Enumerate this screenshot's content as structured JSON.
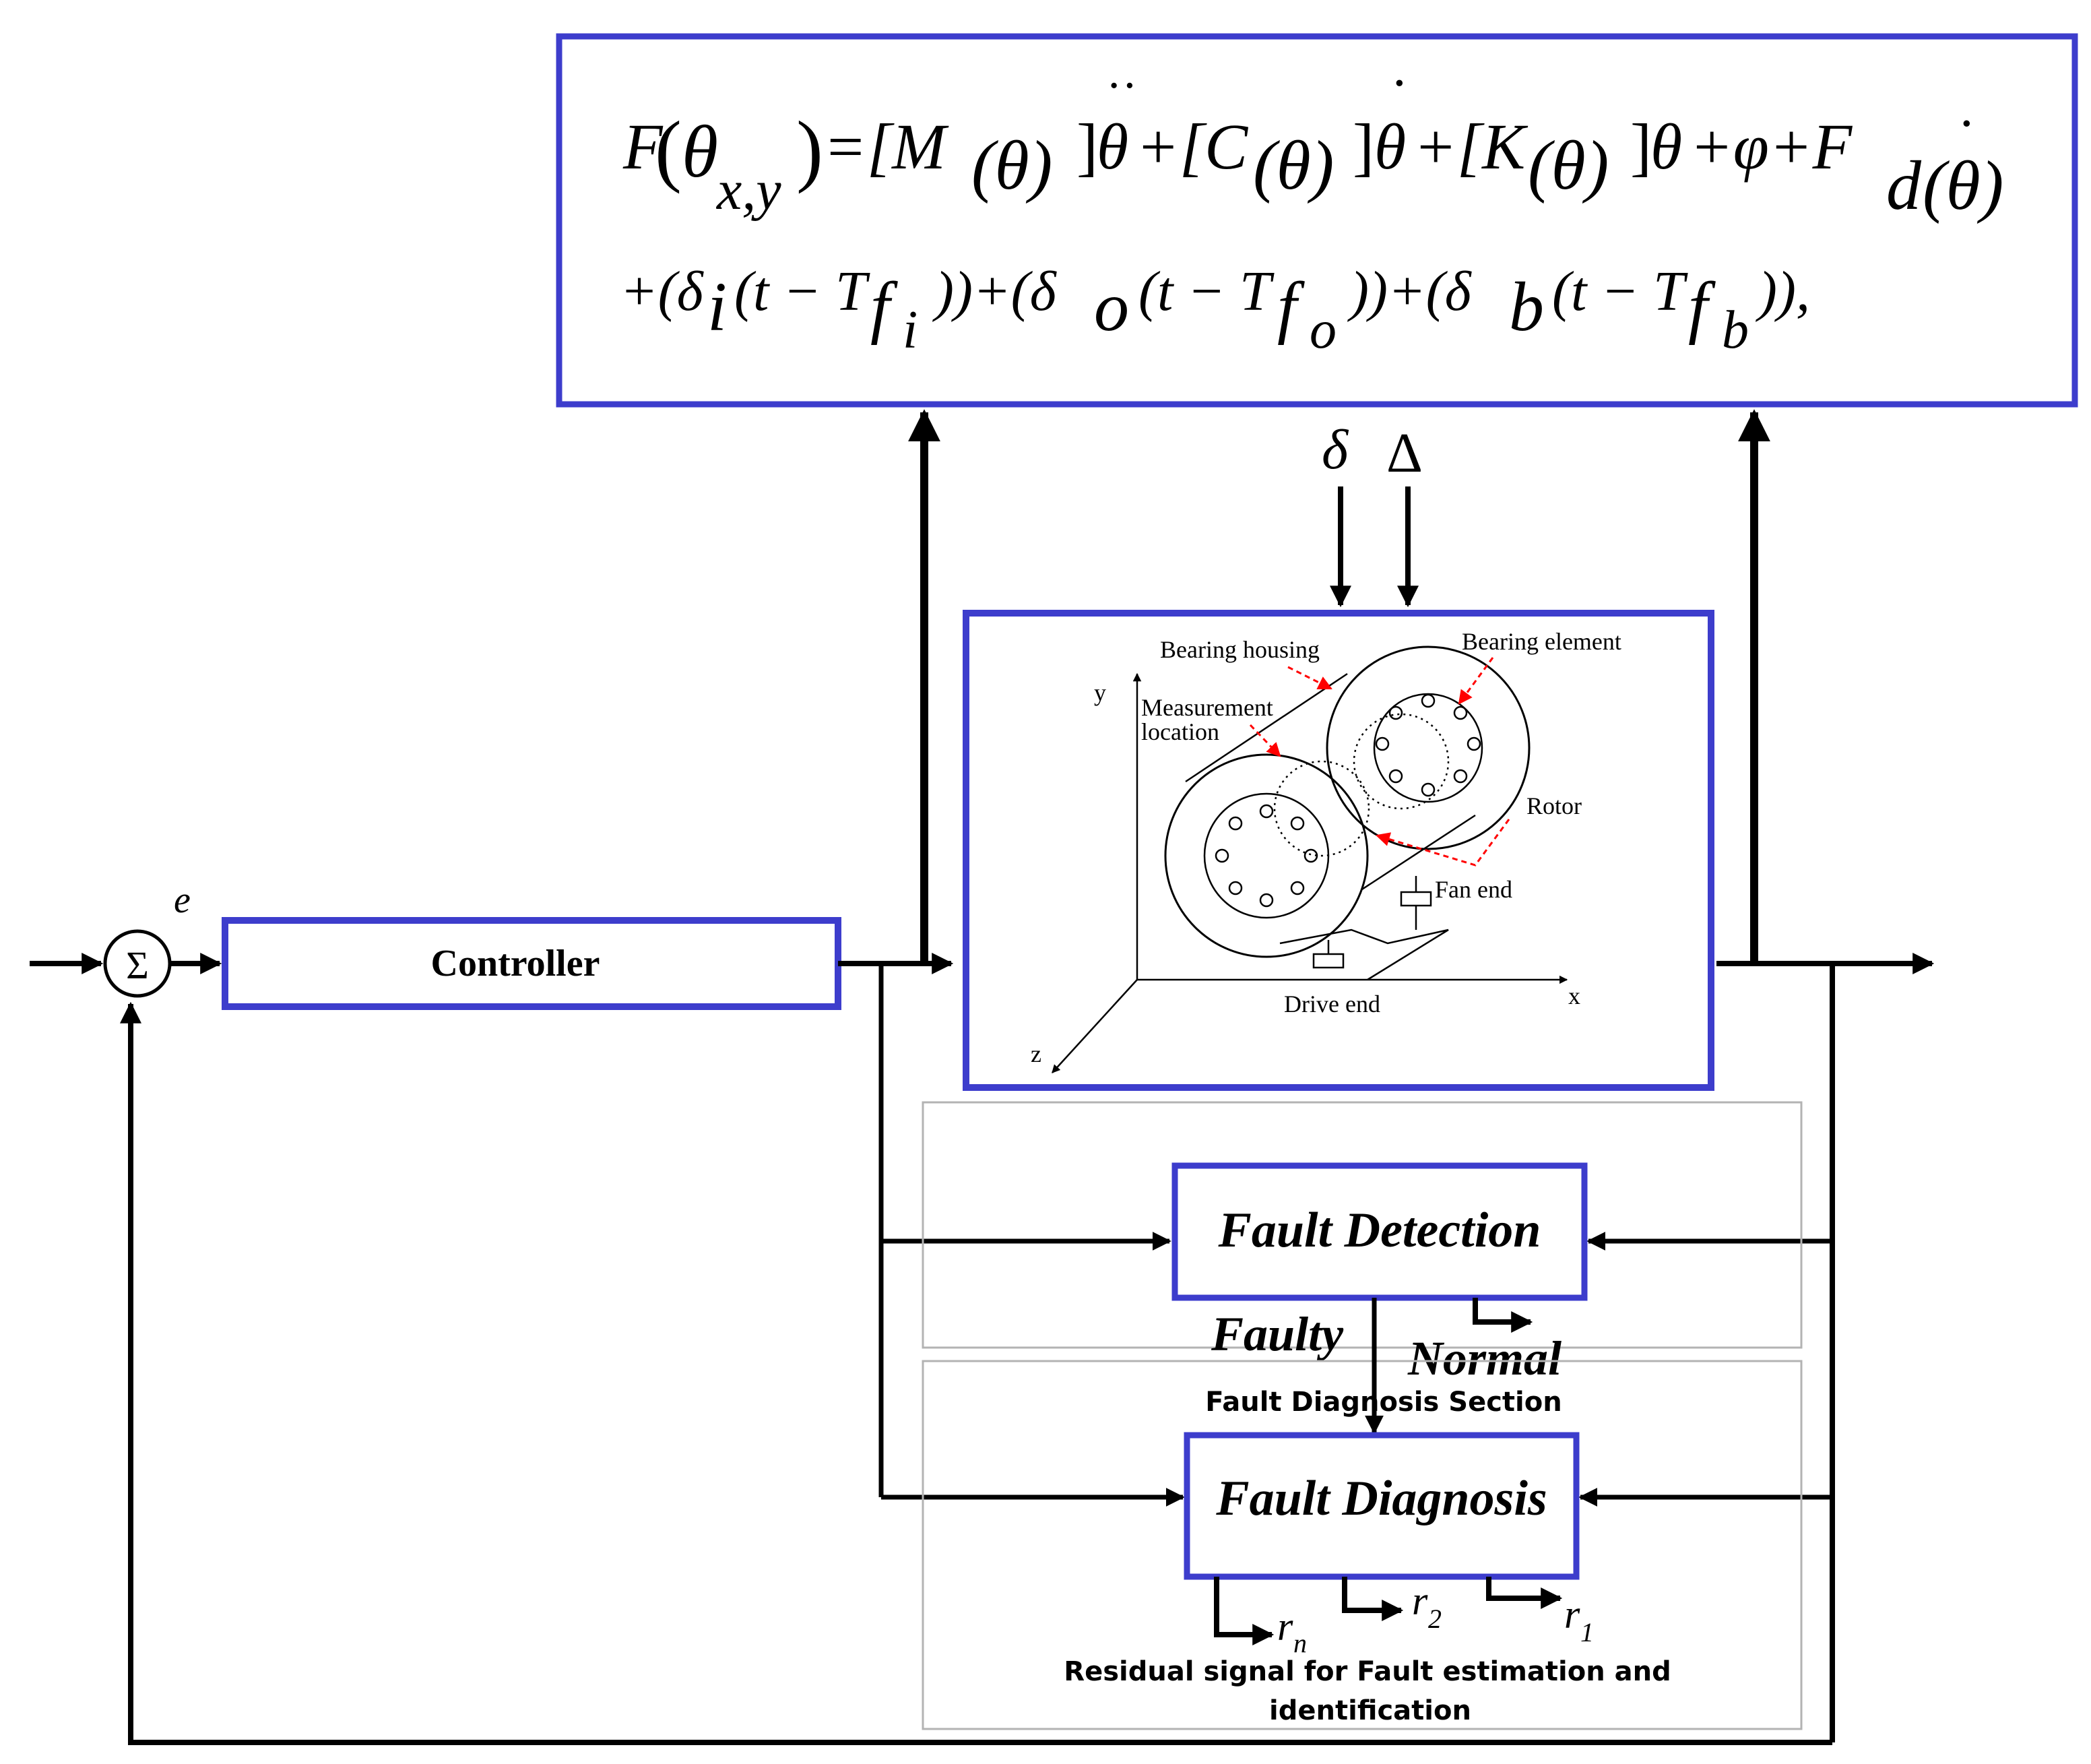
{
  "equation": {
    "line1": {
      "F": "F",
      "theta": "θ",
      "sub_xy": "x,y",
      "open_paren": "(",
      "close_paren": ")",
      "eq_M": "=[M",
      "theta_paren": "(θ)",
      "bracket_close": "]",
      "theta_ddot": "θ",
      "ddot_mark": "··",
      "plus_C": "+[C",
      "theta_dot": "θ",
      "dot_mark": "·",
      "plus_K": "+[K",
      "theta_plain": "θ",
      "plus_phi": "+φ+F",
      "sub_d": "d",
      "theta_dot_paren": "(θ)",
      "dot_mark2": "·"
    },
    "line2": {
      "part1": "+(δ",
      "sub_i": "i",
      "part2": "(t − T",
      "f1": "f",
      "sub_fi": "i",
      "part3": "))+(δ",
      "sub_o": "o",
      "part4": "(t − T",
      "f2": "f",
      "sub_fo": "o",
      "part5": "))+(δ",
      "sub_b": "b",
      "part6": "(t − T",
      "f3": "f",
      "sub_fb": "b",
      "part7": ")),"
    }
  },
  "disturbances": {
    "delta": "δ",
    "Delta": "Δ"
  },
  "summing_junction": {
    "symbol": "Σ",
    "error_label": "e"
  },
  "controller": {
    "label": "Controller"
  },
  "bearing_figure": {
    "bearing_housing": "Bearing housing",
    "bearing_element": "Bearing element",
    "measurement": "Measurement",
    "location": "location",
    "rotor": "Rotor",
    "fan_end": "Fan end",
    "drive_end": "Drive end",
    "axis_y": "y",
    "axis_x": "x",
    "axis_z": "z"
  },
  "fault_detection": {
    "label": "Fault Detection",
    "faulty": "Faulty",
    "normal": "Normal"
  },
  "fault_diagnosis": {
    "section_label": "Fault Diagnosis Section",
    "label": "Fault Diagnosis"
  },
  "residuals": {
    "r": "r",
    "sub_n": "n",
    "sub_2": "2",
    "sub_1": "1",
    "caption_line1": "Residual signal for Fault estimation and",
    "caption_line2": "identification"
  },
  "colors": {
    "box_border": "#3d3dcc",
    "line": "#000000",
    "red_dash": "#ff0000",
    "panel_border": "#b3b3b3"
  }
}
